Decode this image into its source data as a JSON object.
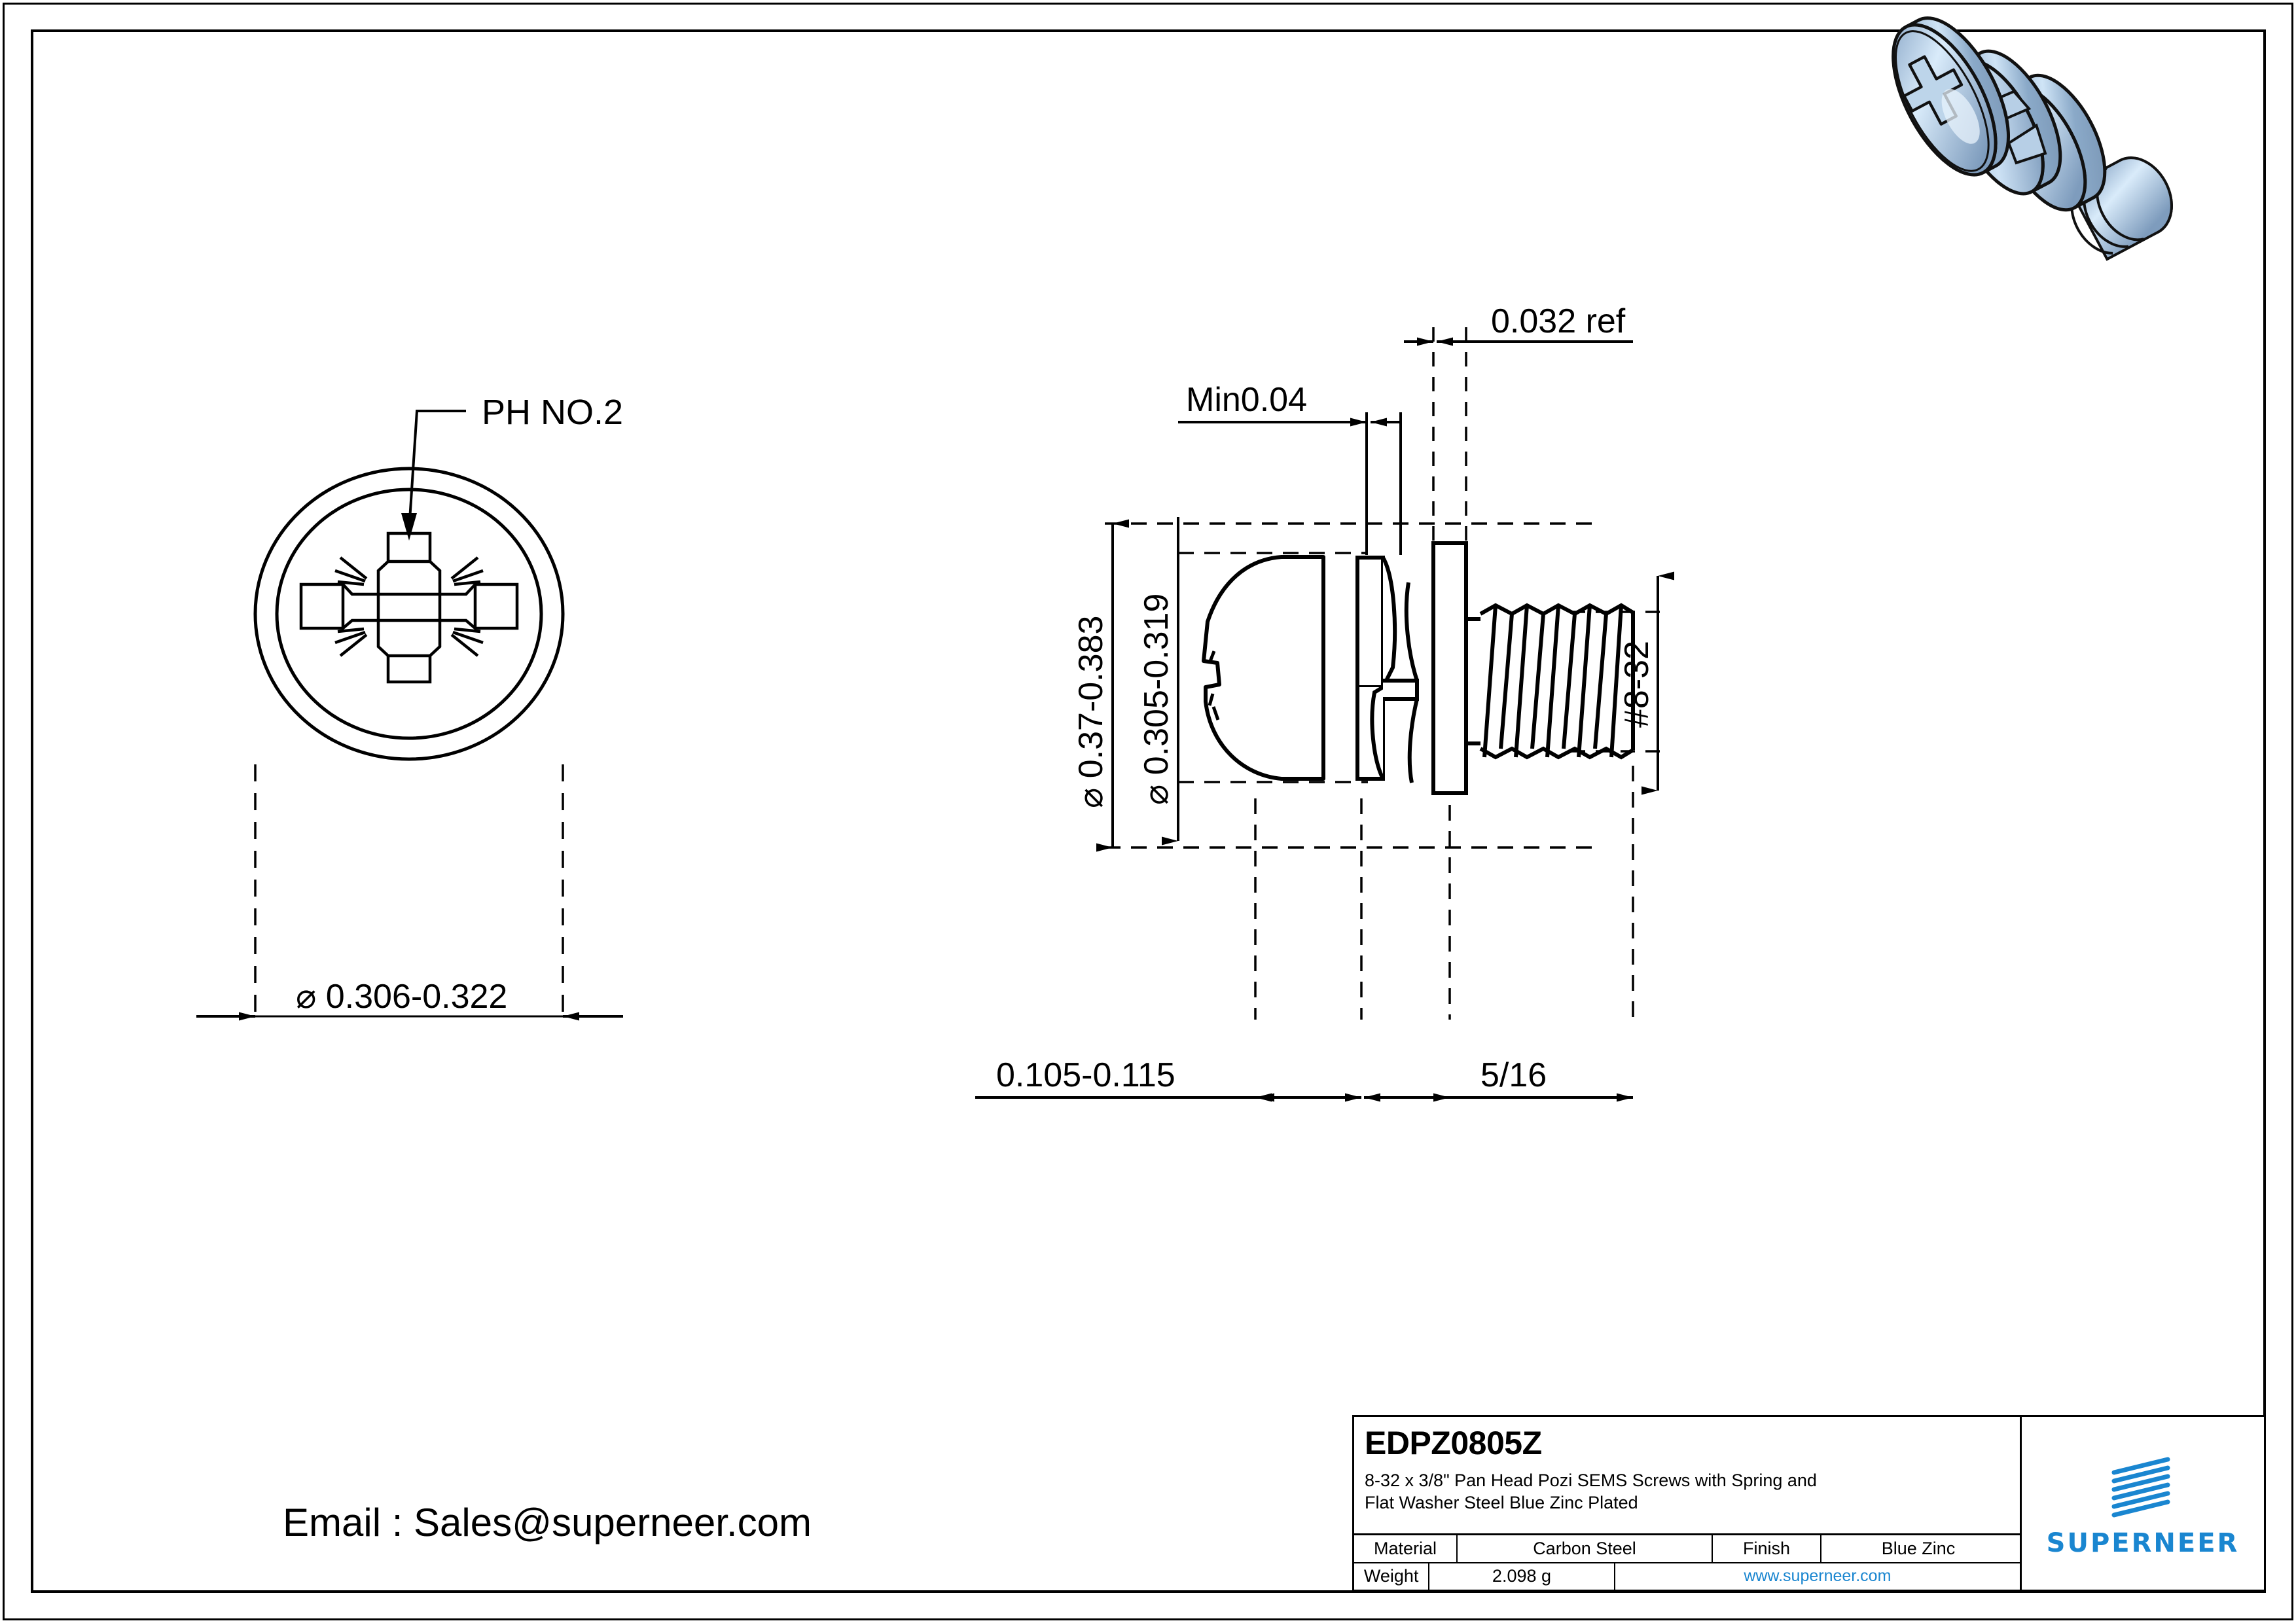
{
  "sheet": {
    "email_line": "Email : Sales@superneer.com"
  },
  "front_view": {
    "recess_callout": "PH NO.2",
    "head_diameter_dim": "⌀ 0.306-0.322"
  },
  "side_view": {
    "washer_thickness_dim": "0.032 ref",
    "recess_depth_dim": "Min0.04",
    "flat_washer_od_dim": "⌀ 0.37-0.383",
    "head_od_dim": "⌀ 0.305-0.319",
    "thread_size_dim": "#8-32",
    "head_height_dim": "0.105-0.115",
    "thread_length_dim": "5/16"
  },
  "title_block": {
    "part_number": "EDPZ0805Z",
    "description_line1": "8-32 x 3/8\" Pan Head Pozi SEMS Screws with Spring and",
    "description_line2": "Flat Washer Steel Blue Zinc Plated",
    "material_label": "Material",
    "material_value": "Carbon Steel",
    "finish_label": "Finish",
    "finish_value": "Blue Zinc",
    "weight_label": "Weight",
    "weight_value": "2.098 g",
    "website": "www.superneer.com",
    "brand_name": "SUPERNEER",
    "brand_color": "#1a86d0"
  },
  "render_3d": {
    "icon": "screw-3d-render",
    "body_color": "#7c9fc4",
    "highlight_color": "#d6e8f7"
  }
}
